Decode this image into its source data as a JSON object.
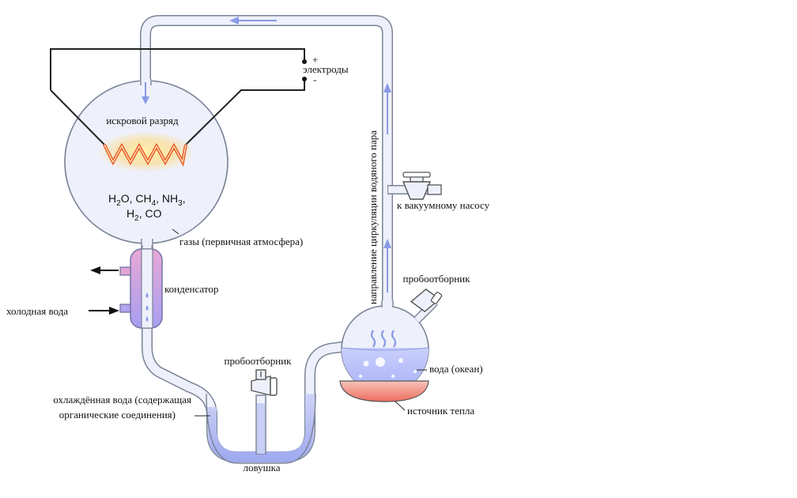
{
  "labels": {
    "spark": "искровой разряд",
    "electrodes": "электроды",
    "plus": "+",
    "minus": "-",
    "gases": "газы (первичная атмосфера)",
    "condenser": "конденсатор",
    "cold_water": "холодная вода",
    "cooled_water_line1": "охлаждённая вода (содержащая",
    "cooled_water_line2": "органические соединения)",
    "trap": "ловушка",
    "sampler_trap": "пробоотборник",
    "sampler_flask": "пробоотборник",
    "water_ocean": "вода (океан)",
    "heat_source": "источник тепла",
    "vacuum_pump": "к вакуумному насосу",
    "vapor_direction": "направление циркуляции водяного пара"
  },
  "formula": {
    "h": "H",
    "two": "2",
    "o_sep": "O, CH",
    "four": "4",
    "nh_sep": ", NH",
    "three": "3",
    "comma": ",",
    "co": ", CO"
  },
  "colors": {
    "tube_fill": "#eef1fb",
    "tube_stroke": "#7a8497",
    "arrow_blue": "#8a9be6",
    "water_blue": "#a3acf0",
    "heat_red": "#f07a6e",
    "spark_orange": "#e8541f",
    "condenser_pink": "#e4a5d6",
    "condenser_purple": "#a89ef0"
  }
}
